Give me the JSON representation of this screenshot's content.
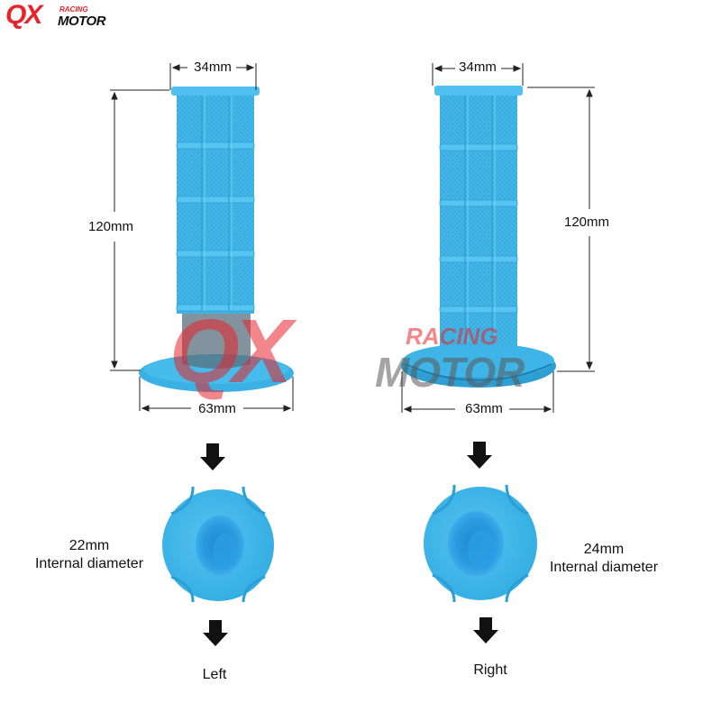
{
  "brand": {
    "logo_main": "QX",
    "logo_racing": "RACING",
    "logo_motor": "MOTOR",
    "watermark_main": "QX",
    "watermark_racing": "RACING",
    "watermark_motor": "MOTOR"
  },
  "left_grip": {
    "top_width": "34mm",
    "height": "120mm",
    "flange_width": "63mm",
    "internal_diameter_value": "22mm",
    "internal_diameter_label": "Internal diameter",
    "side": "Left"
  },
  "right_grip": {
    "top_width": "34mm",
    "height": "120mm",
    "flange_width": "63mm",
    "internal_diameter_value": "24mm",
    "internal_diameter_label": "Internal diameter",
    "side": "Right"
  },
  "colors": {
    "grip_blue": "#3fb6e8",
    "grip_shade": "#2a9fd3",
    "grip_dark": "#1a7fb5",
    "logo_red": "#e8232a"
  },
  "icons": [
    "arrow-down-icon"
  ]
}
